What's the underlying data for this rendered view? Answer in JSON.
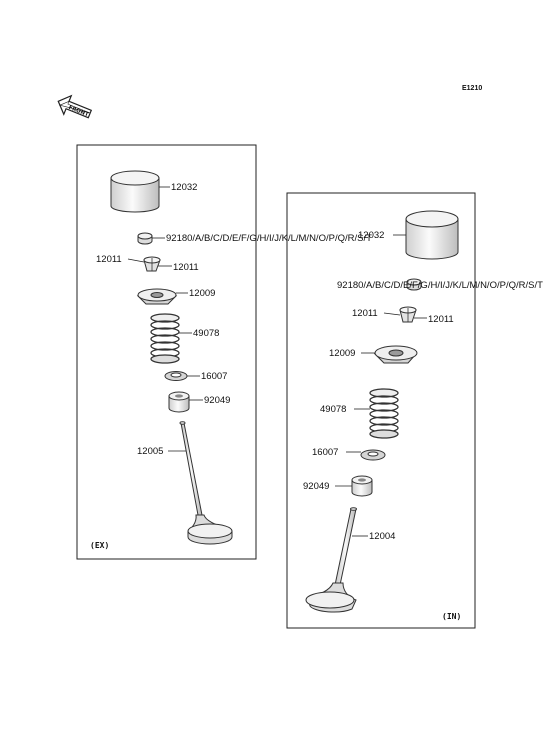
{
  "diagram_code": "E1210",
  "front_label": "FRONT",
  "exhaust_panel": {
    "tag": "(EX)",
    "labels": {
      "tappet": "12032",
      "shim": "92180/A/B/C/D/E/F/G/H/I/J/K/L/M/N/O/P/Q/R/S/T",
      "retainer_left": "12011",
      "retainer_right": "12011",
      "spring_retainer": "12009",
      "spring": "49078",
      "spring_seat": "16007",
      "oil_seal": "92049",
      "valve": "12005"
    }
  },
  "intake_panel": {
    "tag": "(IN)",
    "labels": {
      "tappet": "12032",
      "shim": "92180/A/B/C/D/E/F/G/H/I/J/K/L/M/N/O/P/Q/R/S/T",
      "retainer_left": "12011",
      "retainer_right": "12011",
      "spring_retainer": "12009",
      "spring": "49078",
      "spring_seat": "16007",
      "oil_seal": "92049",
      "valve": "12004"
    }
  },
  "colors": {
    "line": "#222222",
    "metal_light": "#f0f0f0",
    "metal_mid": "#d8d8d8",
    "metal_dark": "#b5b5b5"
  }
}
